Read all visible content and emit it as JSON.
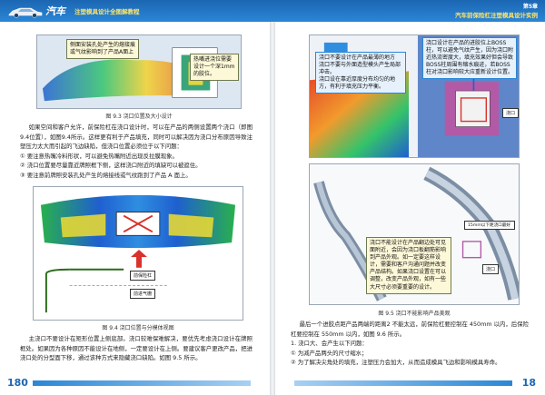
{
  "header": {
    "brand": "汽车",
    "series": "注塑模具设计全图解教程",
    "chapter": "第5章",
    "chapter_subtitle": "汽车前保险杠注塑模具设计实例"
  },
  "left_page": {
    "fig3": {
      "callout_a": "侧面安装孔处产生的熔接痕或气纹影响到了产品A面上",
      "callout_b": "热嘴进浇位需要设计一个深1mm的胶位。",
      "caption": "图 9.3   浇口位置及大小设计"
    },
    "paragraphs": [
      "如果空间和客户允许，前保险杠在浇口设计时，可以在产品的两侧设置两个浇口（即图9.4位置），如图9.4所示。这样更有利于产品填充，同时可以解决因为浇口分布原因导致注塑压力太大而引起的飞边缺陷，但浇口位置必须位于以下问题："
    ],
    "list": [
      "① 要注意热嘴冷料形状，可以避免热嘴附近出现反拉膜现象。",
      "② 浇口位置要尽量靠近牌照框下侧，这样浇口附近的填缺可以被遮住。",
      "③ 要注意前牌照安装孔处产生的熔接线或气纹跑到了产品 A 面上。"
    ],
    "fig4": {
      "tag_top": "前保险杠",
      "tag_bottom": "前进气栅",
      "caption": "图 9.4   浇口位置与分模体视图"
    },
    "bottom_text": "主浇口不要设计在矩形位置上侧底部。浇口较难保难解决，要优先考虑浇口设计在牌照框处。如果因为各种原因不能设计在地侧，一定要设计在上侧。要建议客户更改产品，把进浇口处的分型面下移，通过该种方式来隐藏浇口缺陷。如图 9.5 所示。",
    "page_number": "180"
  },
  "right_page": {
    "fig_top": {
      "callout_a": "浇口不要设计在产品最薄的地方",
      "callout_b": "浇口不要与外面造型模头产生局部冲击。",
      "callout_c": "浇口设在靠近厚度分布均匀的地方，有利于填充压力平衡。",
      "callout_d": "浇口设计在产品的进胶位上BOSS柱，可以避免气纹产生，因为浇口附近热流密度大，填充效果好但会导致BOSS柱周围有缩水痕迹，若BOSS柱对浇口影响较大应重新设计位置。",
      "tag": "浇口"
    },
    "fig_bottom": {
      "callout": "浇口不能设计在产品翻边处可见面附近，会因为浇口板翻筋影响到产品外观。如一定要这样设计，需要和客户沟通问题并改变产品结构。如果浇口设置在可以调整，改变产品外观，如有一些大尺寸必须要重要的设计。",
      "tag_a": "15mm以下距浇口最好",
      "tag_b": "浇口",
      "caption": "图 9.5   浇口不能影响产品美观"
    },
    "text_intro": "最后一个进胶点距产品两端的距离2 不能太远，前保险杠要控制在 450mm 以内，后保险杠要控制在 550mm 以内，如图 9.6 所示。",
    "list_title": "1. 浇口大、会产生以下问题：",
    "list": [
      "① 为减产品两头的尺寸缩水；",
      "② 为了解决尖角处的填充，注塑压力会加大，从而造成模具飞边和影响模具寿命。"
    ],
    "page_number": "18"
  },
  "colors": {
    "header_blue": "#1b66b3",
    "accent_yellow": "#ffe46b",
    "callout_fill": "#fdf9d8",
    "arrow_red": "#d8322a"
  }
}
